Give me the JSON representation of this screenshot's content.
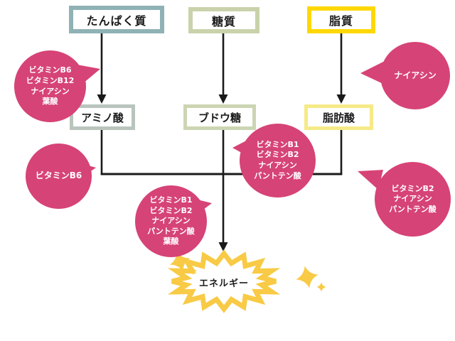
{
  "palette": {
    "pink": "#d64377",
    "teal": "#8fb2b4",
    "sage": "#c9d2ab",
    "yellow": "#ffd803",
    "gray_green": "#b9c4bd",
    "pale_sage": "#ccd5b3",
    "pale_yellow": "#f6ea88",
    "burst": "#f8ca45",
    "line": "#1a1a1a"
  },
  "nodes": {
    "protein": {
      "label": "たんぱく質"
    },
    "sugar": {
      "label": "糖質"
    },
    "fat": {
      "label": "脂質"
    },
    "amino": {
      "label": "アミノ酸"
    },
    "glucose": {
      "label": "ブドウ糖"
    },
    "fatty_acid": {
      "label": "脂肪酸"
    }
  },
  "bubbles": {
    "protein_to_amino": {
      "text": "ビタミンB6\nビタミンB12\nナイアシン\n葉酸"
    },
    "fat_to_fatty_acid": {
      "text": "ナイアシン"
    },
    "glucose_to_energy": {
      "text": "ビタミンB1\nビタミンB2\nナイアシン\nパントテン酸"
    },
    "amino_to_energy": {
      "text": "ビタミンB6"
    },
    "merge_to_energy": {
      "text": "ビタミンB1\nビタミンB2\nナイアシン\nパントテン酸\n葉酸"
    },
    "fatty_acid_to_energy": {
      "text": "ビタミンB2\nナイアシン\nパントテン酸"
    }
  },
  "energy": {
    "label": "エネルギー"
  }
}
